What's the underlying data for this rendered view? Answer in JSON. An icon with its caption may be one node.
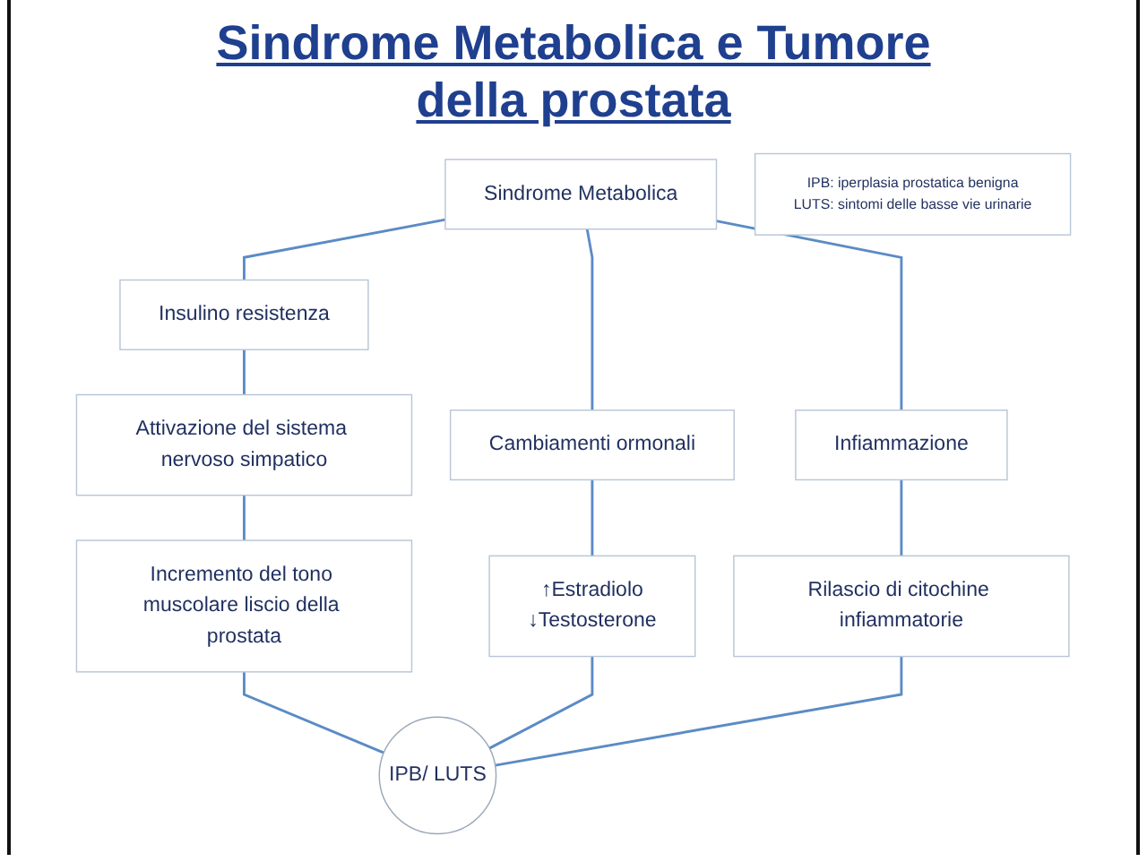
{
  "diagram": {
    "title": "Sindrome Metabolica e Tumore della prostata",
    "nodes": [
      {
        "text": [
          "Sindrome Metabolica"
        ]
      },
      {
        "text": [
          "Insulino resistenza"
        ]
      },
      {
        "text": [
          "Cambiamenti ormonali"
        ]
      },
      {
        "text": [
          "Infiammazione"
        ]
      },
      {
        "text": [
          "Attivazione del sistema nervoso simpatico"
        ]
      },
      {
        "text": [
          "↑Estradiolo",
          "↓Testosterone"
        ]
      },
      {
        "text": [
          "Rilascio di citochine infiammatorie"
        ]
      },
      {
        "text": [
          "Incremento del tono muscolare liscio della prostata"
        ]
      },
      {
        "text": [
          "IPB/ LUTS"
        ]
      },
      {
        "text": [
          "IPB: iperplasia prostatica benigna",
          "LUTS: sintomi delle basse vie urinarie"
        ]
      }
    ],
    "edges": [
      {
        "from": 0,
        "to": 1,
        "arrow": "none"
      },
      {
        "from": 0,
        "to": 2,
        "arrow": "none"
      },
      {
        "from": 0,
        "to": 3,
        "arrow": "none"
      },
      {
        "from": 1,
        "to": 4,
        "arrow": "none"
      },
      {
        "from": 2,
        "to": 5,
        "arrow": "none"
      },
      {
        "from": 3,
        "to": 6,
        "arrow": "none"
      },
      {
        "from": 4,
        "to": 7,
        "arrow": "none"
      },
      {
        "from": 7,
        "to": 8,
        "arrow": "none"
      },
      {
        "from": 5,
        "to": 8,
        "arrow": "none"
      },
      {
        "from": 6,
        "to": 8,
        "arrow": "none"
      }
    ]
  }
}
